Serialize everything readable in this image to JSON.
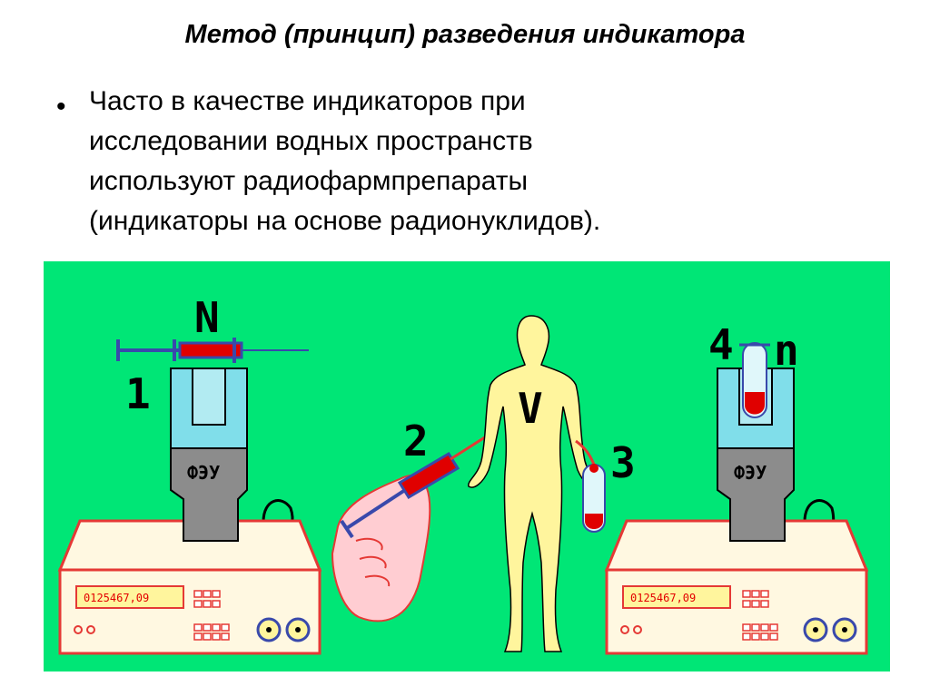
{
  "title": "Метод (принцип) разведения индикатора",
  "bullet": "•",
  "text_lines": [
    "Часто в качестве индикаторов при",
    "исследовании водных пространств",
    "используют радиофармпрепараты",
    "(индикаторы на основе радионуклидов)."
  ],
  "diagram": {
    "label_N": "N",
    "label_1": "1",
    "label_2": "2",
    "label_V": "V",
    "label_3": "3",
    "label_4": "4",
    "label_n": "n",
    "feu_left": "ФЭУ",
    "feu_right": "ФЭУ",
    "display_left": "0125467,09",
    "display_right": "0125467,09",
    "colors": {
      "background": "#00e676",
      "device_outline": "#e53935",
      "device_body": "#fff8e1",
      "well": "#80deea",
      "pmt": "#8c8c8c",
      "body": "#fff59d",
      "blood": "#e00000"
    }
  }
}
